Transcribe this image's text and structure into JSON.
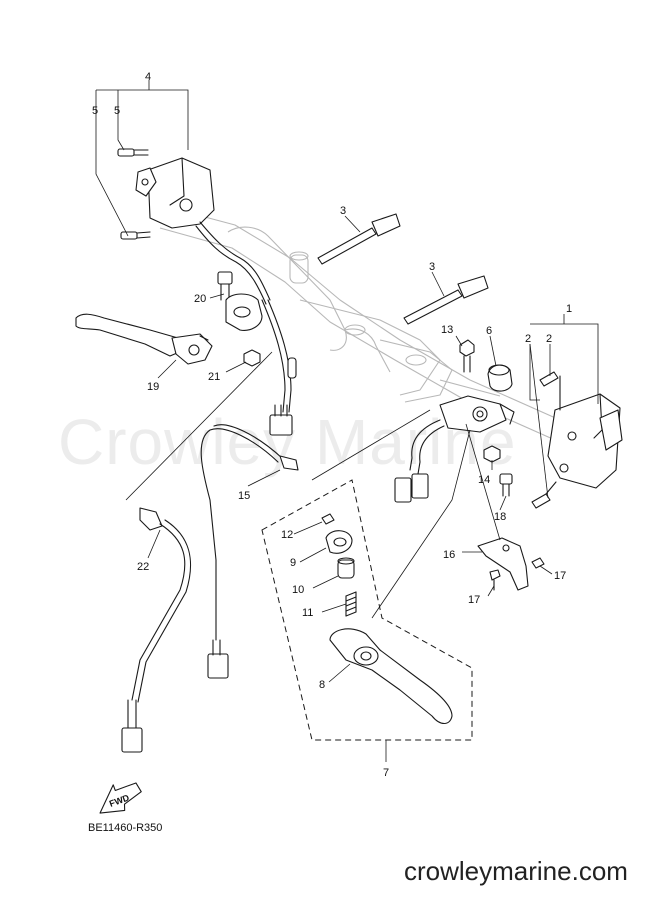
{
  "watermark": "Crowley Marine",
  "drawing_code": "BE11460-R350",
  "site": "crowleymarine.com",
  "fwd_label": "FWD",
  "callouts": {
    "c1": "1",
    "c2a": "2",
    "c2b": "2",
    "c3a": "3",
    "c3b": "3",
    "c4": "4",
    "c5a": "5",
    "c5b": "5",
    "c6": "6",
    "c7": "7",
    "c8": "8",
    "c9": "9",
    "c10": "10",
    "c11": "11",
    "c12": "12",
    "c13": "13",
    "c14": "14",
    "c15": "15",
    "c16": "16",
    "c17a": "17",
    "c17b": "17",
    "c18": "18",
    "c19": "19",
    "c20": "20",
    "c21": "21",
    "c22": "22"
  }
}
